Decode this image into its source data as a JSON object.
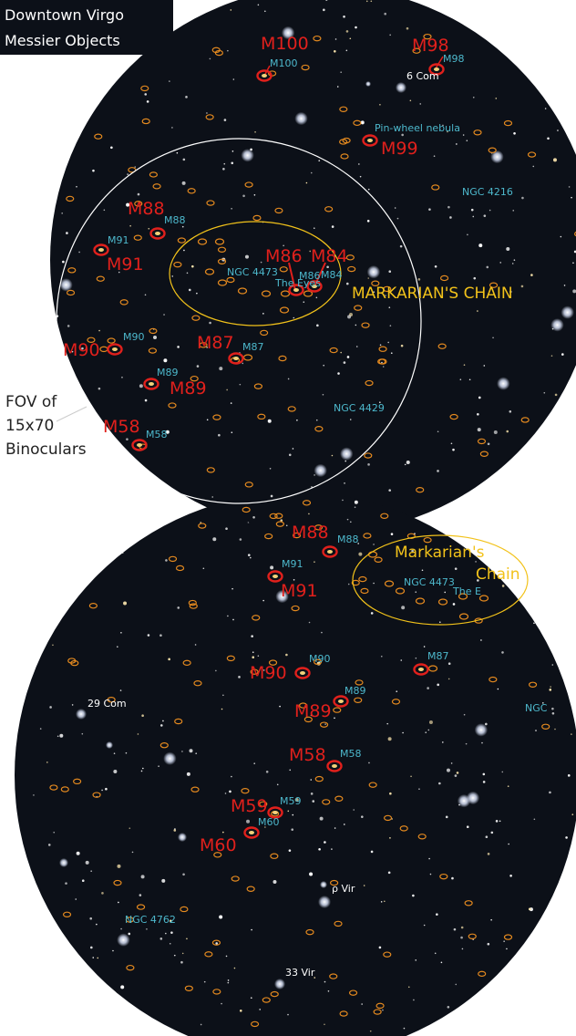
{
  "title": [
    "Downtown Virgo",
    "Messier Objects"
  ],
  "fov_label": [
    "FOV of",
    "15x70",
    "Binoculars"
  ],
  "colors": {
    "sky": "#0c1018",
    "messier_red": "#e0201c",
    "galaxy_orange": "#e58a1f",
    "ngc_cyan": "#4db8cc",
    "chain_yellow": "#f2c21a",
    "fov_white": "#ffffff"
  },
  "upper_chart": {
    "chain_label": "MARKARIAN'S CHAIN",
    "messier": [
      {
        "name": "M100",
        "small": "M100"
      },
      {
        "name": "M98",
        "small": "M98"
      },
      {
        "name": "M99",
        "small": ""
      },
      {
        "name": "M88",
        "small": "M88"
      },
      {
        "name": "M91",
        "small": "M91"
      },
      {
        "name": "M86",
        "small": "M86"
      },
      {
        "name": "M84",
        "small": "M84"
      },
      {
        "name": "M90",
        "small": "M90"
      },
      {
        "name": "M87",
        "small": "M87"
      },
      {
        "name": "M89",
        "small": "M89"
      },
      {
        "name": "M58",
        "small": "M58"
      }
    ],
    "ngc": [
      "NGC 4216",
      "NGC 4473",
      "NGC 4429",
      "The Eyes",
      "Pin-wheel nebula"
    ],
    "stars": [
      "6 Com"
    ]
  },
  "lower_chart": {
    "chain_label": [
      "Markarian's",
      "Chain"
    ],
    "messier": [
      {
        "name": "M88",
        "small": "M88"
      },
      {
        "name": "M91",
        "small": "M91"
      },
      {
        "name": "M90",
        "small": "M90"
      },
      {
        "name": "M89",
        "small": "M89"
      },
      {
        "name": "M58",
        "small": "M58"
      },
      {
        "name": "M59",
        "small": "M59"
      },
      {
        "name": "M60",
        "small": "M60"
      },
      {
        "name": "M87",
        "small": "M87"
      }
    ],
    "ngc": [
      "NGC 4473",
      "The E",
      "NGC",
      "NGC 4762"
    ],
    "stars": [
      "29 Com",
      "ρ Vir",
      "33 Vir"
    ]
  }
}
